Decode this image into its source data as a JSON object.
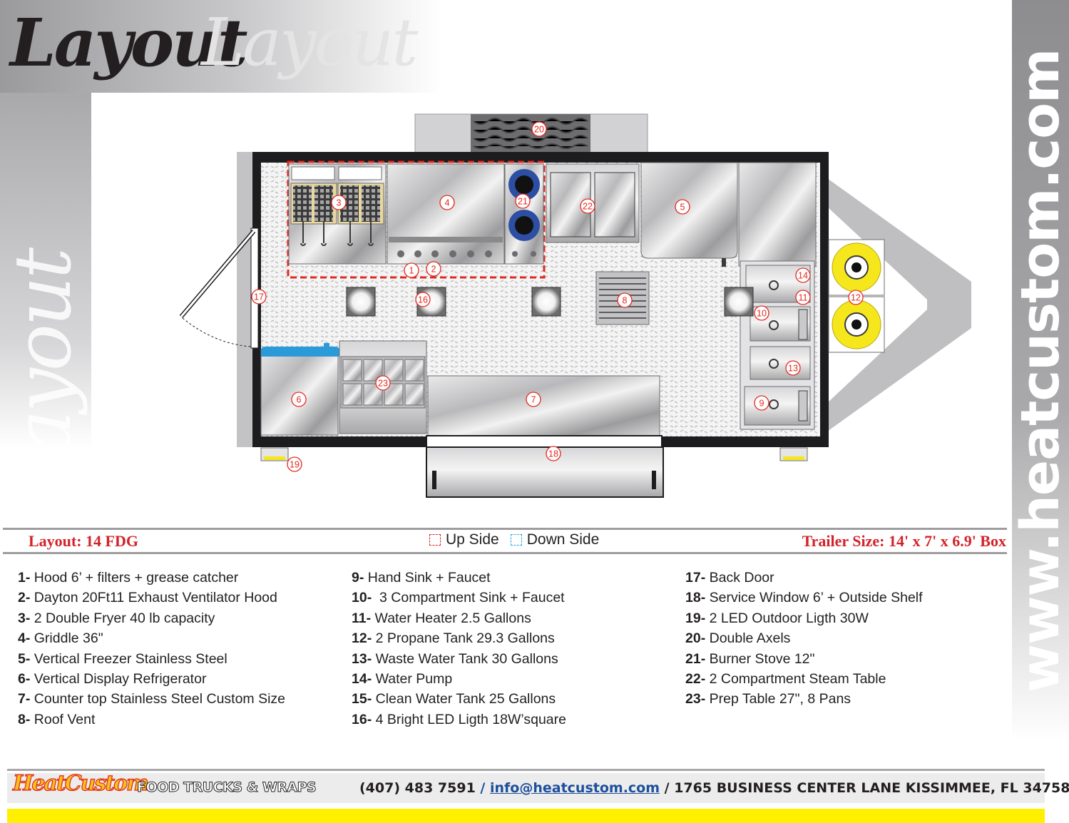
{
  "header": {
    "title_primary": "Layout",
    "title_shadow": "Layout",
    "title_vertical": "Layout"
  },
  "website": "www.heatcustom.com",
  "plan": {
    "markers": [
      {
        "n": "1",
        "name": "hood"
      },
      {
        "n": "2",
        "name": "exhaust-ventilator"
      },
      {
        "n": "3",
        "name": "double-fryer"
      },
      {
        "n": "4",
        "name": "griddle"
      },
      {
        "n": "5",
        "name": "vertical-freezer"
      },
      {
        "n": "6",
        "name": "display-refrigerator"
      },
      {
        "n": "7",
        "name": "counter-top"
      },
      {
        "n": "8",
        "name": "roof-vent"
      },
      {
        "n": "9",
        "name": "hand-sink"
      },
      {
        "n": "10",
        "name": "three-compartment-sink"
      },
      {
        "n": "11",
        "name": "water-heater"
      },
      {
        "n": "12",
        "name": "propane-tank"
      },
      {
        "n": "13",
        "name": "waste-water-tank"
      },
      {
        "n": "14",
        "name": "water-pump"
      },
      {
        "n": "16",
        "name": "led-light"
      },
      {
        "n": "17",
        "name": "back-door"
      },
      {
        "n": "18",
        "name": "service-window"
      },
      {
        "n": "19",
        "name": "outdoor-light"
      },
      {
        "n": "20",
        "name": "double-axels"
      },
      {
        "n": "21",
        "name": "burner-stove"
      },
      {
        "n": "22",
        "name": "steam-table"
      },
      {
        "n": "23",
        "name": "prep-table"
      }
    ]
  },
  "info": {
    "layout_label": "Layout: 14 FDG",
    "legend_up": "Up Side",
    "legend_down": "Down Side",
    "trailer_size": "Trailer Size: 14' x 7' x 6.9' Box"
  },
  "components": [
    [
      {
        "num": "1-",
        "text": " Hood 6’ + filters + grease catcher"
      },
      {
        "num": "2-",
        "text": " Dayton 20Ft11 Exhaust Ventilator Hood"
      },
      {
        "num": "3-",
        "text": " 2 Double Fryer 40 lb capacity"
      },
      {
        "num": "4-",
        "text": " Griddle 36\""
      },
      {
        "num": "5-",
        "text": " Vertical Freezer Stainless Steel"
      },
      {
        "num": "6-",
        "text": " Vertical Display Refrigerator"
      },
      {
        "num": "7-",
        "text": " Counter top Stainless Steel Custom Size"
      },
      {
        "num": "8-",
        "text": " Roof Vent"
      }
    ],
    [
      {
        "num": "9-",
        "text": " Hand Sink + Faucet"
      },
      {
        "num": "10-",
        "text": "  3 Compartment Sink + Faucet"
      },
      {
        "num": "11-",
        "text": " Water Heater 2.5 Gallons"
      },
      {
        "num": "12-",
        "text": " 2 Propane Tank 29.3 Gallons"
      },
      {
        "num": "13-",
        "text": " Waste Water Tank 30 Gallons"
      },
      {
        "num": "14-",
        "text": " Water Pump"
      },
      {
        "num": "15-",
        "text": " Clean Water Tank 25 Gallons"
      },
      {
        "num": "16-",
        "text": " 4 Bright LED Ligth 18W’square"
      }
    ],
    [
      {
        "num": "17-",
        "text": " Back Door"
      },
      {
        "num": "18-",
        "text": " Service Window 6’ + Outside Shelf"
      },
      {
        "num": "19-",
        "text": " 2 LED Outdoor Ligth 30W"
      },
      {
        "num": "20-",
        "text": " Double Axels"
      },
      {
        "num": "21-",
        "text": " Burner Stove 12\""
      },
      {
        "num": "22-",
        "text": " 2 Compartment Steam Table"
      },
      {
        "num": "23-",
        "text": " Prep Table 27\", 8 Pans"
      }
    ]
  ],
  "footer": {
    "brand": "HeatCustom",
    "brand_sub": "FOOD TRUCKS & WRAPS",
    "phone": "(407) 483 7591",
    "sep1": " / ",
    "email": "info@heatcustom.com",
    "sep2": " / ",
    "address": "1765 BUSINESS CENTER LANE KISSIMMEE, FL 34758"
  },
  "colors": {
    "marker_red": "#e3281f",
    "legend_down_blue": "#29a8e0",
    "heading_red": "#d3232a",
    "propane_yellow": "#f6e71d",
    "footer_yellow": "#fff000"
  }
}
